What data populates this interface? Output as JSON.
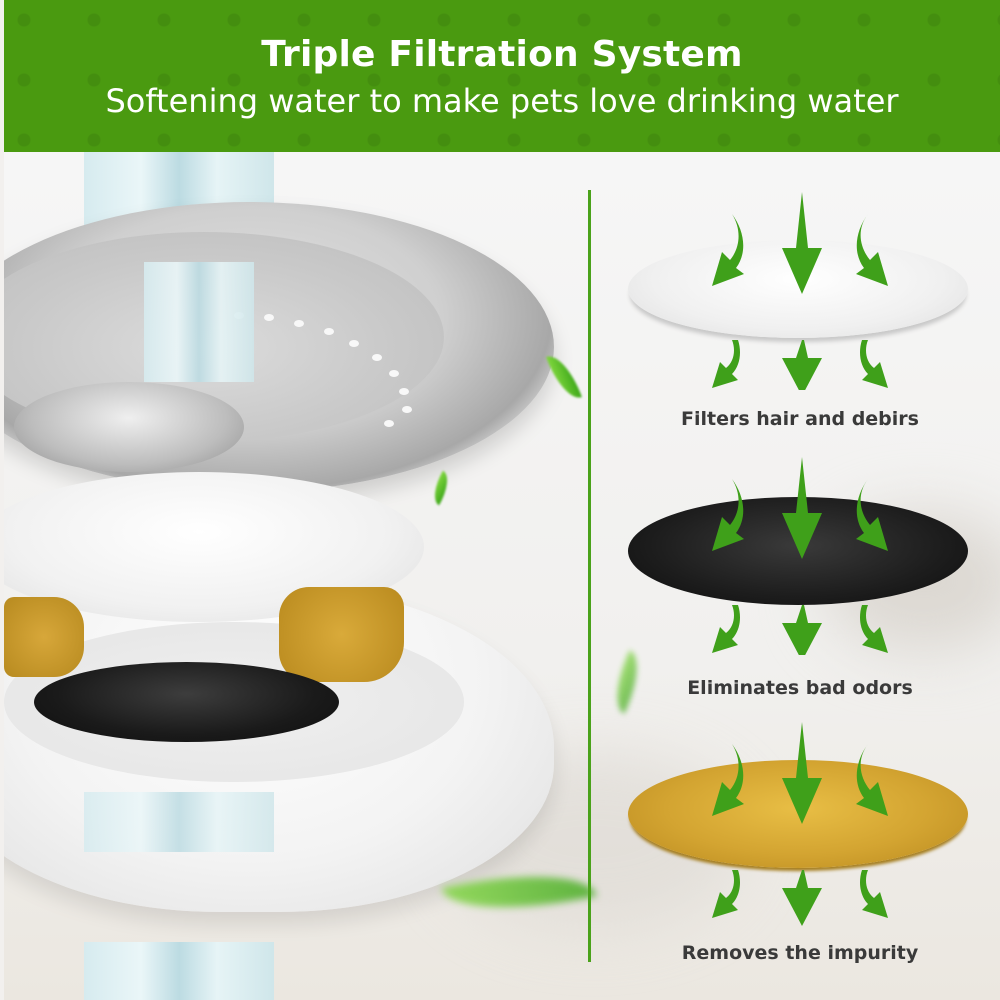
{
  "header": {
    "title": "Triple Filtration System",
    "subtitle": "Softening water to make pets love drinking water",
    "background_color": "#4a9a10",
    "text_color": "#ffffff"
  },
  "illustration": {
    "description": "Pet water fountain exploded view: stainless steel tray, white plate, gold and black filter media, white base bowl with water column",
    "icon": "fountain-illustration"
  },
  "filters": [
    {
      "layer": "white-cotton-filter",
      "caption": "Filters hair and debirs",
      "color": "#f0f0f0"
    },
    {
      "layer": "activated-carbon-filter",
      "caption": "Eliminates bad odors",
      "color": "#1d1d1d"
    },
    {
      "layer": "ion-exchange-resin-filter",
      "caption": "Removes the impurity",
      "color": "#d3a431"
    }
  ],
  "colors": {
    "arrow": "#3fa01a",
    "divider": "#4aa21a",
    "caption_text": "#3a3a3a"
  }
}
